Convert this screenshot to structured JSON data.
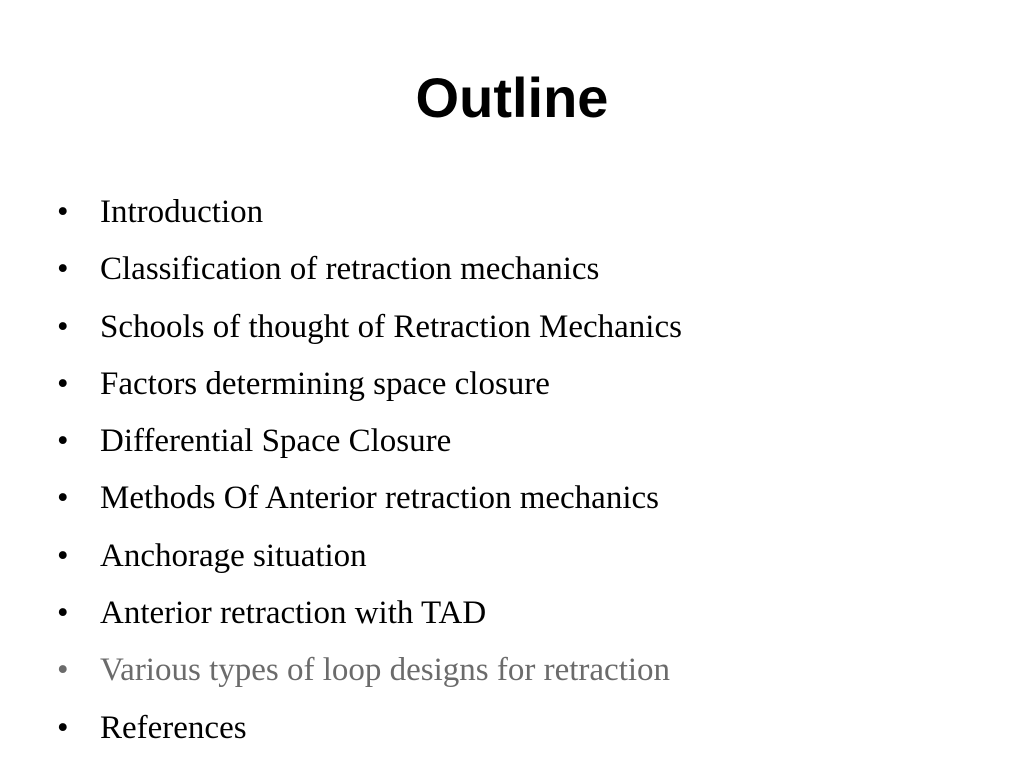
{
  "slide": {
    "title": "Outline",
    "bullet_glyph": "•",
    "muted_color": "#6b6b6b",
    "text_color": "#000000",
    "items": [
      {
        "text": "Introduction",
        "muted": false
      },
      {
        "text": "Classification of retraction mechanics",
        "muted": false
      },
      {
        "text": "Schools of thought of Retraction Mechanics",
        "muted": false
      },
      {
        "text": "Factors determining space closure",
        "muted": false
      },
      {
        "text": "Differential Space Closure",
        "muted": false
      },
      {
        "text": "Methods Of Anterior retraction mechanics",
        "muted": false
      },
      {
        "text": "Anchorage situation",
        "muted": false
      },
      {
        "text": "Anterior retraction with TAD",
        "muted": false
      },
      {
        "text": "Various types of loop designs for retraction",
        "muted": true
      },
      {
        "text": "References",
        "muted": false
      }
    ]
  }
}
